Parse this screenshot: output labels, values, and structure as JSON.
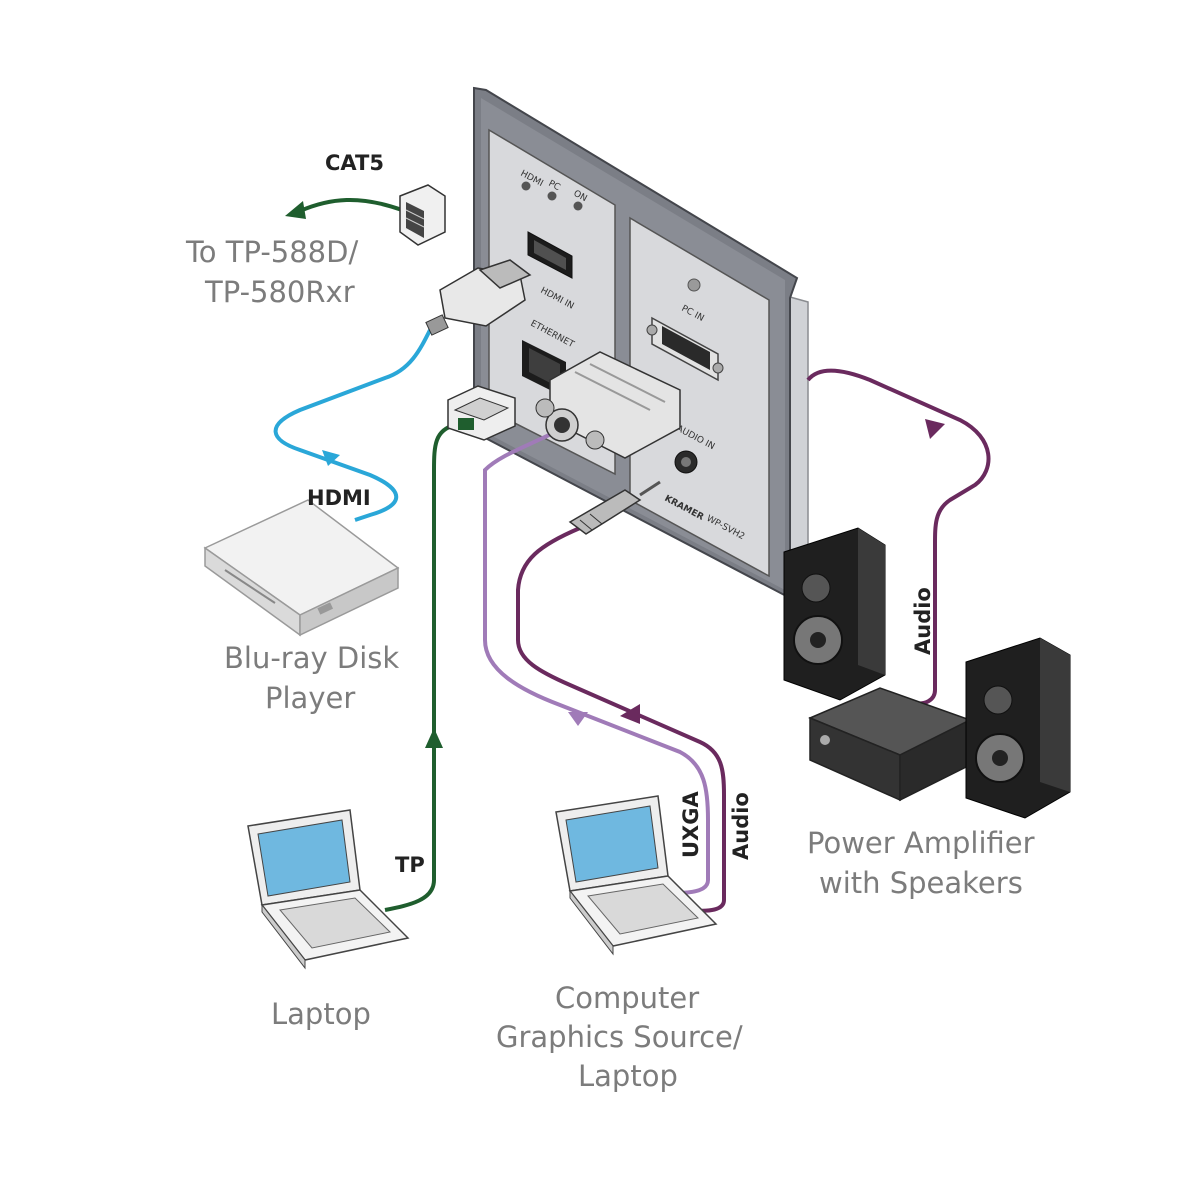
{
  "labels": {
    "cat5": "CAT5",
    "to_tp_line1": "To TP-588D/",
    "to_tp_line2": "TP-580Rxr",
    "hdmi": "HDMI",
    "bluray_line1": "Blu-ray Disk",
    "bluray_line2": "Player",
    "tp": "TP",
    "laptop": "Laptop",
    "uxga": "UXGA",
    "audio_source": "Audio",
    "computer_line1": "Computer",
    "computer_line2": "Graphics Source/",
    "computer_line3": "Laptop",
    "audio_amp": "Audio",
    "amp_line1": "Power Amplifier",
    "amp_line2": "with Speakers"
  },
  "panel": {
    "led_hdmi": "HDMI",
    "led_pc": "PC",
    "led_on": "ON",
    "hdmi_in": "HDMI IN",
    "ethernet": "ETHERNET",
    "pc_in": "PC IN",
    "audio_in": "AUDIO IN",
    "brand": "KRAMER",
    "model": "WP-SVH2"
  },
  "colors": {
    "cat5": "#1f5e2e",
    "hdmi": "#2aa7d8",
    "tp": "#1f5e2e",
    "uxga": "#a07bb8",
    "audio": "#6a2a5e",
    "panel_frame": "#7b7e86",
    "plate": "#d8d9dc"
  }
}
